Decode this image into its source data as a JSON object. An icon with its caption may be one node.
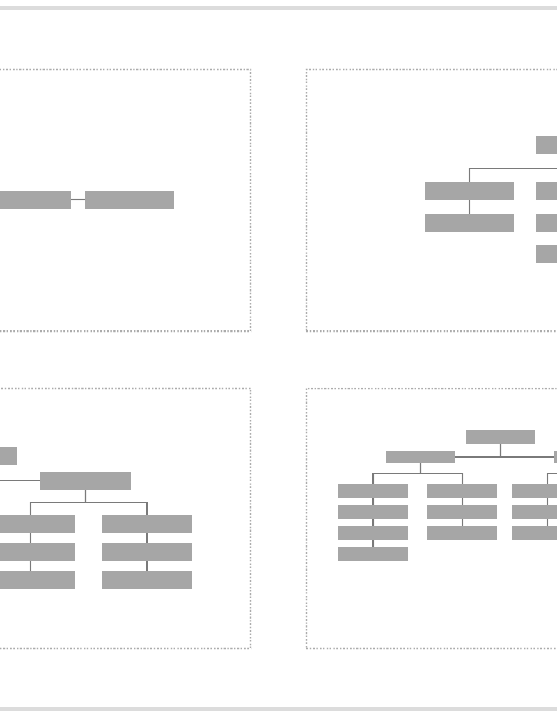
{
  "diagram": {
    "nodes": [
      {
        "text": [],
        "shape": "box"
      },
      {
        "text": [],
        "shape": "bar",
        "in": 0
      },
      {
        "text": [],
        "shape": "bar",
        "in": 0
      },
      {
        "text": [],
        "shape": "box"
      },
      {
        "text": [],
        "shape": "bar",
        "in": 3
      },
      {
        "text": [],
        "shape": "bar",
        "in": 3
      },
      {
        "text": [],
        "shape": "bar",
        "in": 3
      },
      {
        "text": [],
        "shape": "bar",
        "in": 3
      },
      {
        "text": [],
        "shape": "bar",
        "in": 3
      },
      {
        "text": [],
        "shape": "bar",
        "in": 3
      },
      {
        "text": [],
        "shape": "box"
      },
      {
        "text": [],
        "shape": "bar",
        "in": 10
      },
      {
        "text": [],
        "shape": "bar",
        "in": 10
      },
      {
        "text": [],
        "shape": "bar",
        "in": 10
      },
      {
        "text": [],
        "shape": "bar",
        "in": 10
      },
      {
        "text": [],
        "shape": "bar",
        "in": 10
      },
      {
        "text": [],
        "shape": "bar",
        "in": 10
      },
      {
        "text": [],
        "shape": "bar",
        "in": 10
      },
      {
        "text": [],
        "shape": "bar",
        "in": 10
      },
      {
        "text": [],
        "shape": "box"
      },
      {
        "text": [],
        "shape": "bar",
        "in": 19
      },
      {
        "text": [],
        "shape": "bar",
        "in": 19
      },
      {
        "text": [],
        "shape": "bar",
        "in": 19
      },
      {
        "text": [],
        "shape": "bar",
        "in": 19
      },
      {
        "text": [],
        "shape": "bar",
        "in": 19
      },
      {
        "text": [],
        "shape": "bar",
        "in": 19
      },
      {
        "text": [],
        "shape": "bar",
        "in": 19
      },
      {
        "text": [],
        "shape": "bar",
        "in": 19
      },
      {
        "text": [],
        "shape": "bar",
        "in": 19
      },
      {
        "text": [],
        "shape": "bar",
        "in": 19
      },
      {
        "text": [],
        "shape": "bar",
        "in": 19
      },
      {
        "text": [],
        "shape": "bar",
        "in": 19
      },
      {
        "text": [],
        "shape": "bar",
        "in": 19
      }
    ],
    "edges": [
      {
        "from": 1,
        "to": 2,
        "arrow": "none"
      },
      {
        "from": 4,
        "to": 5,
        "arrow": "none"
      },
      {
        "from": 5,
        "to": 7,
        "arrow": "none"
      },
      {
        "from": 11,
        "to": 12,
        "arrow": "none"
      },
      {
        "from": 12,
        "to": 13,
        "arrow": "none"
      },
      {
        "from": 12,
        "to": 14,
        "arrow": "none"
      },
      {
        "from": 13,
        "to": 15,
        "arrow": "none"
      },
      {
        "from": 15,
        "to": 17,
        "arrow": "none"
      },
      {
        "from": 14,
        "to": 16,
        "arrow": "none"
      },
      {
        "from": 16,
        "to": 18,
        "arrow": "none"
      },
      {
        "from": 20,
        "to": 21,
        "arrow": "none"
      },
      {
        "from": 20,
        "to": 22,
        "arrow": "none"
      },
      {
        "from": 21,
        "to": 23,
        "arrow": "none"
      },
      {
        "from": 21,
        "to": 24,
        "arrow": "none"
      },
      {
        "from": 23,
        "to": 26,
        "arrow": "none"
      },
      {
        "from": 26,
        "to": 29,
        "arrow": "none"
      },
      {
        "from": 29,
        "to": 32,
        "arrow": "none"
      },
      {
        "from": 24,
        "to": 27,
        "arrow": "none"
      },
      {
        "from": 27,
        "to": 30,
        "arrow": "none"
      },
      {
        "from": 22,
        "to": 25,
        "arrow": "none"
      },
      {
        "from": 25,
        "to": 28,
        "arrow": "none"
      },
      {
        "from": 28,
        "to": 31,
        "arrow": "none"
      }
    ]
  }
}
